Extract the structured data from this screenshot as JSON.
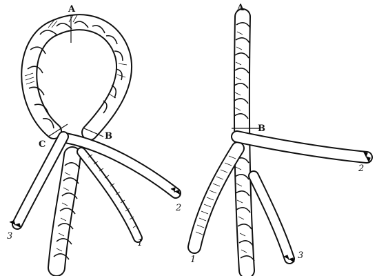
{
  "figures": [
    {
      "id": "left",
      "labels": {
        "top": "A",
        "crossing_right": "B",
        "crossing_left": "C",
        "strand_1": "1",
        "strand_2": "2",
        "strand_3": "3"
      }
    },
    {
      "id": "right",
      "labels": {
        "top": "A",
        "crossing": "B",
        "strand_1": "1",
        "strand_2": "2",
        "strand_3": "3"
      }
    }
  ]
}
